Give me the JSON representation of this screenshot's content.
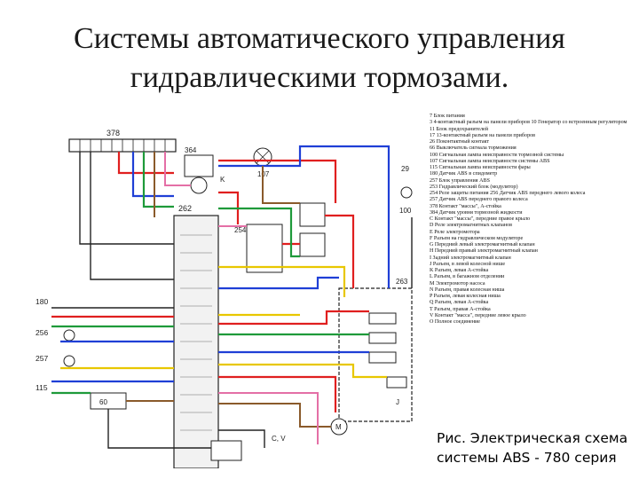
{
  "slide": {
    "title_line1": "Системы автоматического управления",
    "title_line2": "гидравлическими тормозами."
  },
  "diagram": {
    "labels": {
      "l378": "378",
      "l364": "364",
      "l262": "262",
      "l107": "107",
      "l29": "29",
      "l100": "100",
      "l254": "254",
      "l263": "263",
      "l180": "180",
      "l256": "256",
      "l257": "257",
      "l115": "115",
      "l60": "60",
      "lK": "K",
      "lJ": "J",
      "lCV": "C, V",
      "lM": "M"
    }
  },
  "legend": {
    "items": [
      "7 Блок питания",
      "3 4-контактный разъем на панели приборов 10 Генератор со встроенным регулятором",
      "11 Блок предохранителей",
      "17 13-контактный разъем на панели приборов",
      "26 Поконтактный контакт",
      "66 Выключатель сигнала торможения",
      "100 Сигнальная лампа неисправности тормозной системы",
      "107 Сигнальная лампа неисправности системы ABS",
      "115 Сигнальная лампа неисправности фары",
      "180 Датчик ABS в спидометр",
      "257 Блок управления ABS",
      "253 Гидравлический блок (модулятор)",
      "254 Реле защиты питания 256 Датчик ABS переднего левого колеса",
      "257 Датчик ABS переднего правого колеса",
      "378 Контакт \"массы\", А-стойка",
      "384 Датчик уровня тормозной жидкости",
      "C Контакт \"массы\", передние правое крыло",
      "D Реле электромагнитных клапанов",
      "E Реле электромотора",
      "F Разъем на гидравлическом модуляторе",
      "G Передний левый электромагнитный клапан",
      "H Передний правый электромагнитный клапан",
      "I Задний электромагнитный клапан",
      "J Разъем, в левой колесной нише",
      "K Разъем, левая А-стойка",
      "L Разъем, в багажном отделении",
      "M Электромотор насоса",
      "N Разъем, правая колесная ниша",
      "P Разъем, левая колесная ниша",
      "Q Разъем, левая А-стойка",
      "T Разъем, правая А-стойка",
      "V Контакт \"масса\", передние левое крыло",
      "O Полное соединение"
    ]
  },
  "caption": {
    "line1": "Рис. Электрическая схема",
    "line2": "системы ABS - 780 серия"
  },
  "colors": {
    "red": "#e01f1f",
    "blue": "#1f3fd6",
    "green": "#1e9a3a",
    "yellow": "#e8c700",
    "brown": "#8a5a2b",
    "pink": "#e46fa6",
    "black": "#222222"
  }
}
